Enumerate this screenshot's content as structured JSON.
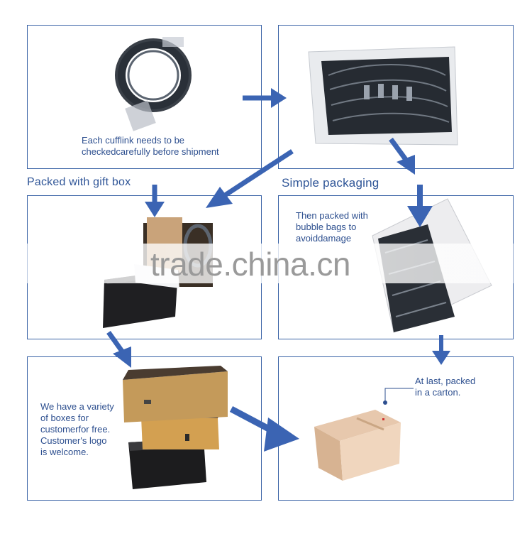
{
  "panels": {
    "inspect": {
      "caption_line1": "Each cufflink needs to be",
      "caption_line2": "checkedcarefully before shipment"
    },
    "tray": {},
    "gift_box": {},
    "bubble": {
      "caption_line1": "Then packed with",
      "caption_line2": "bubble bags to",
      "caption_line3": "avoiddamage"
    },
    "variety": {
      "line1": "We have a variety",
      "line2": "of boxes for",
      "line3": "customerfor free.",
      "line4": "Customer's logo",
      "line5": "is welcome."
    },
    "carton": {
      "caption_line1": "At last, packed",
      "caption_line2": "in a carton."
    }
  },
  "labels": {
    "gift_box": "Packed with gift box",
    "simple": "Simple packaging"
  },
  "watermark": "trade.china.cn",
  "colors": {
    "accent": "#3a63a6",
    "text": "#2d4f8f",
    "arrow": "#3b64b3"
  },
  "icons": [
    "cufflink-coil-photo",
    "tray-photo",
    "gift-box-photo",
    "bubble-bag-box-photo",
    "box-stack-photo",
    "carton-photo"
  ]
}
